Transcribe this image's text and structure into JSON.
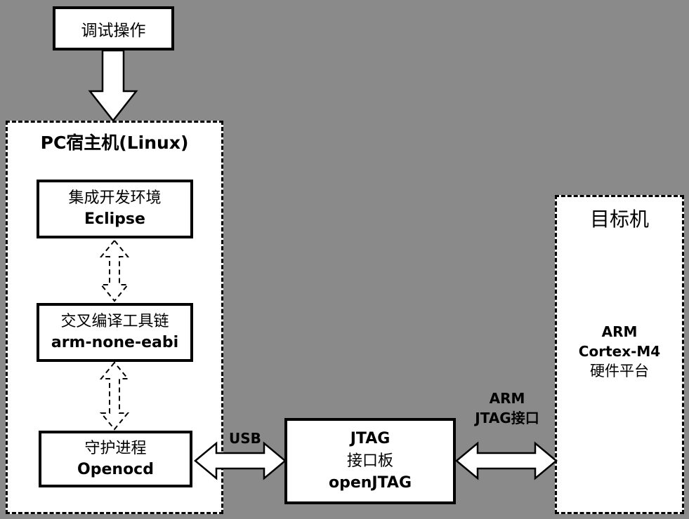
{
  "colors": {
    "background": "#8a8a8a",
    "box_fill": "#ffffff",
    "stroke": "#000000"
  },
  "debug_box": {
    "label": "调试操作"
  },
  "pc_host": {
    "title": "PC宿主机(Linux)",
    "ide_box": {
      "line1": "集成开发环境",
      "line2": "Eclipse"
    },
    "toolchain_box": {
      "line1": "交叉编译工具链",
      "line2": "arm-none-eabi"
    },
    "daemon_box": {
      "line1": "守护进程",
      "line2": "Openocd"
    }
  },
  "jtag_box": {
    "line1": "JTAG",
    "line2": "接口板",
    "line3": "openJTAG"
  },
  "target": {
    "title": "目标机",
    "line1": "ARM",
    "line2": "Cortex-M4",
    "line3": "硬件平台"
  },
  "edge_labels": {
    "usb": "USB",
    "arm_jtag_line1": "ARM",
    "arm_jtag_line2": "JTAG接口"
  }
}
